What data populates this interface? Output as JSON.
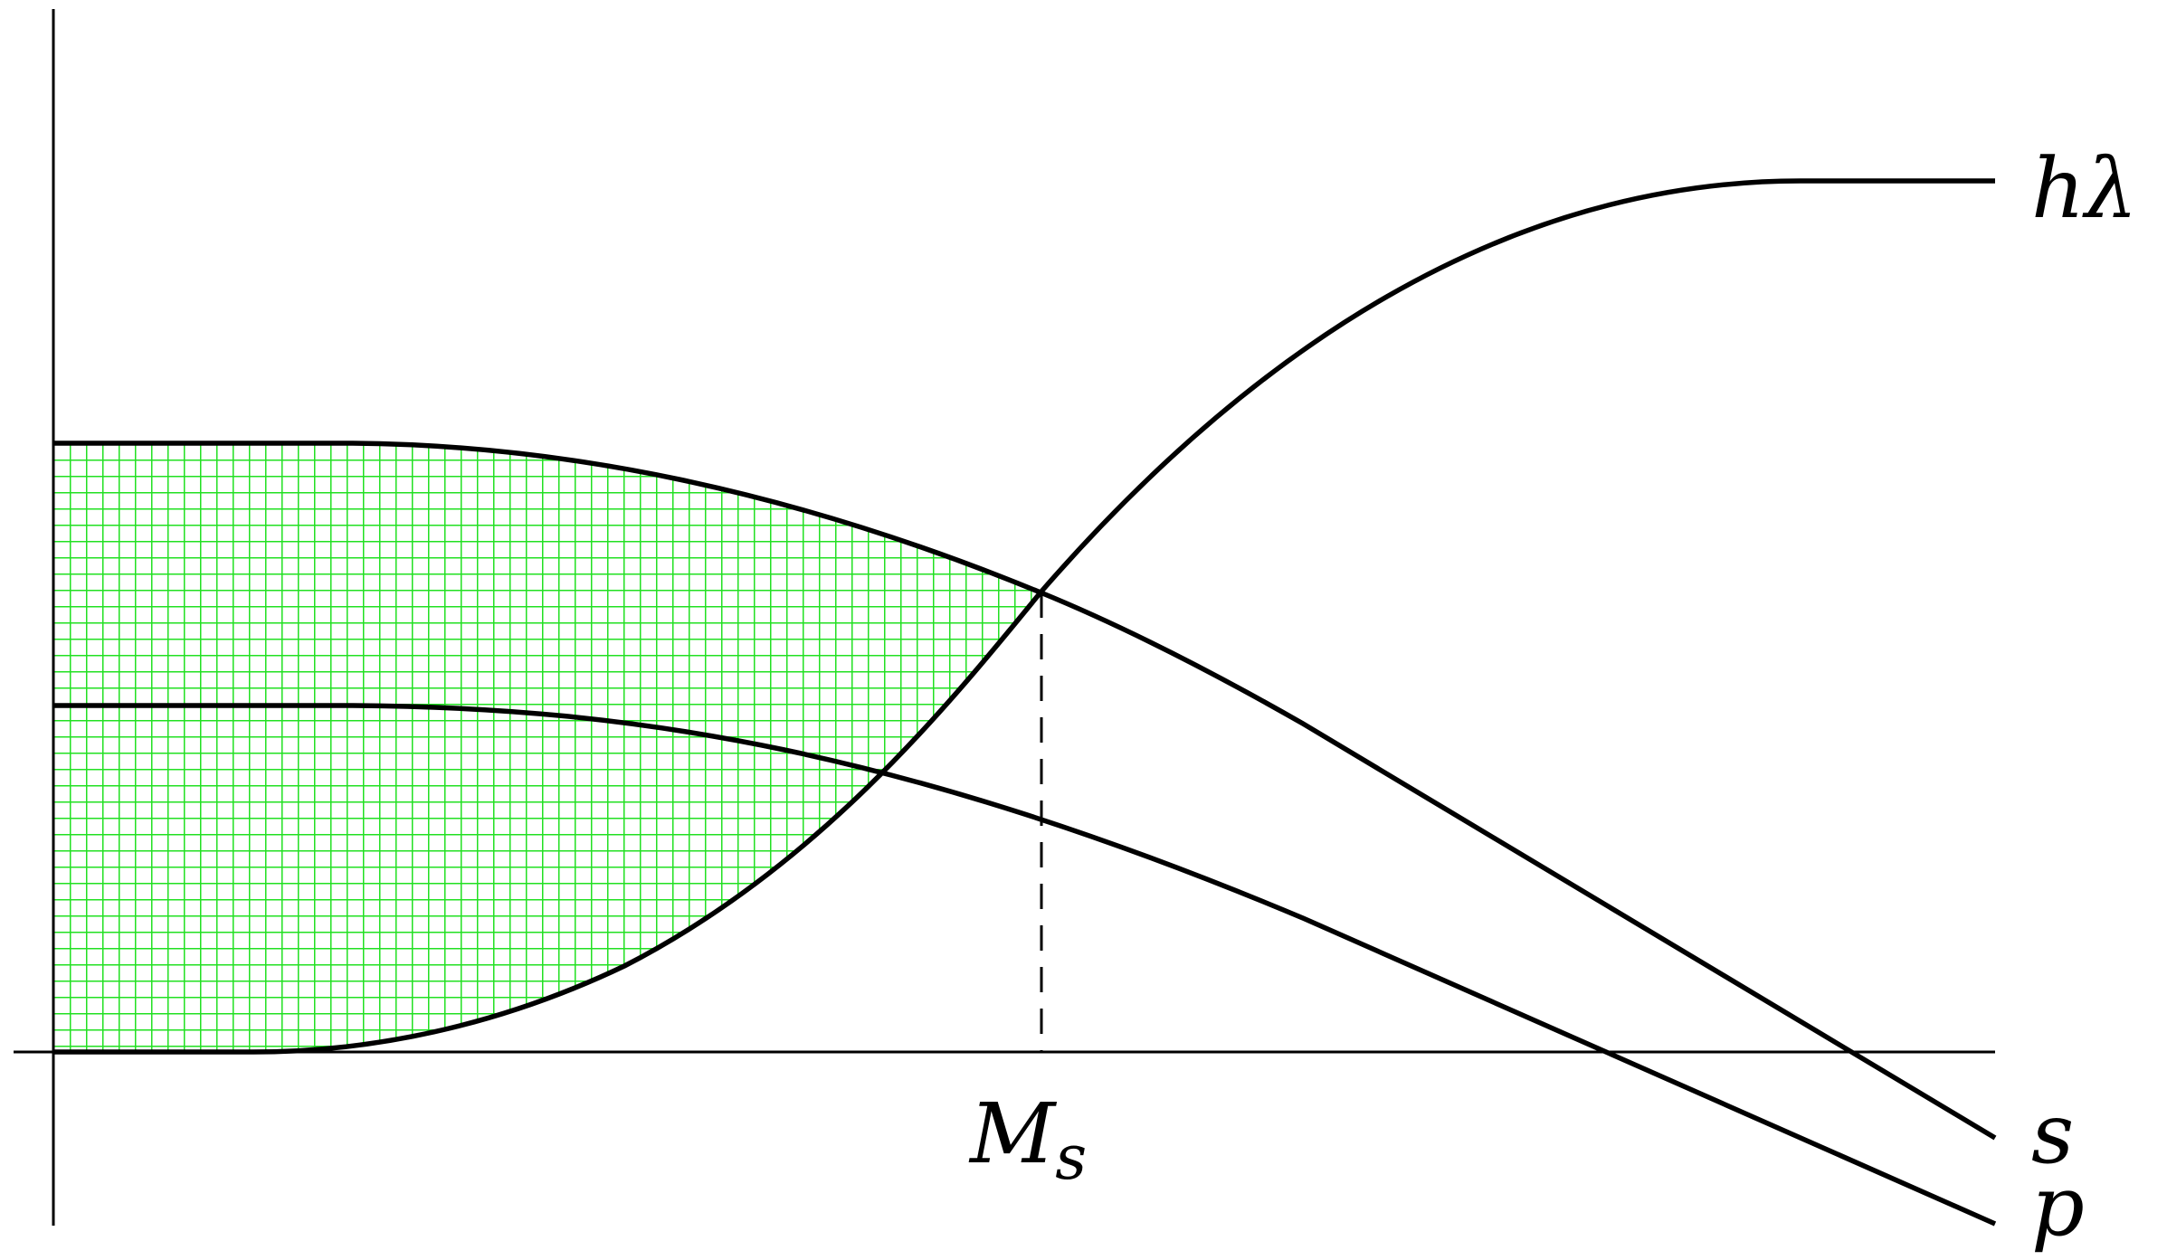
{
  "diagram": {
    "curves": {
      "h_lambda": {
        "label": "hλ"
      },
      "s": {
        "label": "s"
      },
      "p": {
        "label": "p"
      }
    },
    "axis_marker": {
      "main": "M",
      "subscript": "s"
    },
    "colors": {
      "curve": "#000000",
      "hatch": "#22e022",
      "background": "#ffffff"
    }
  }
}
